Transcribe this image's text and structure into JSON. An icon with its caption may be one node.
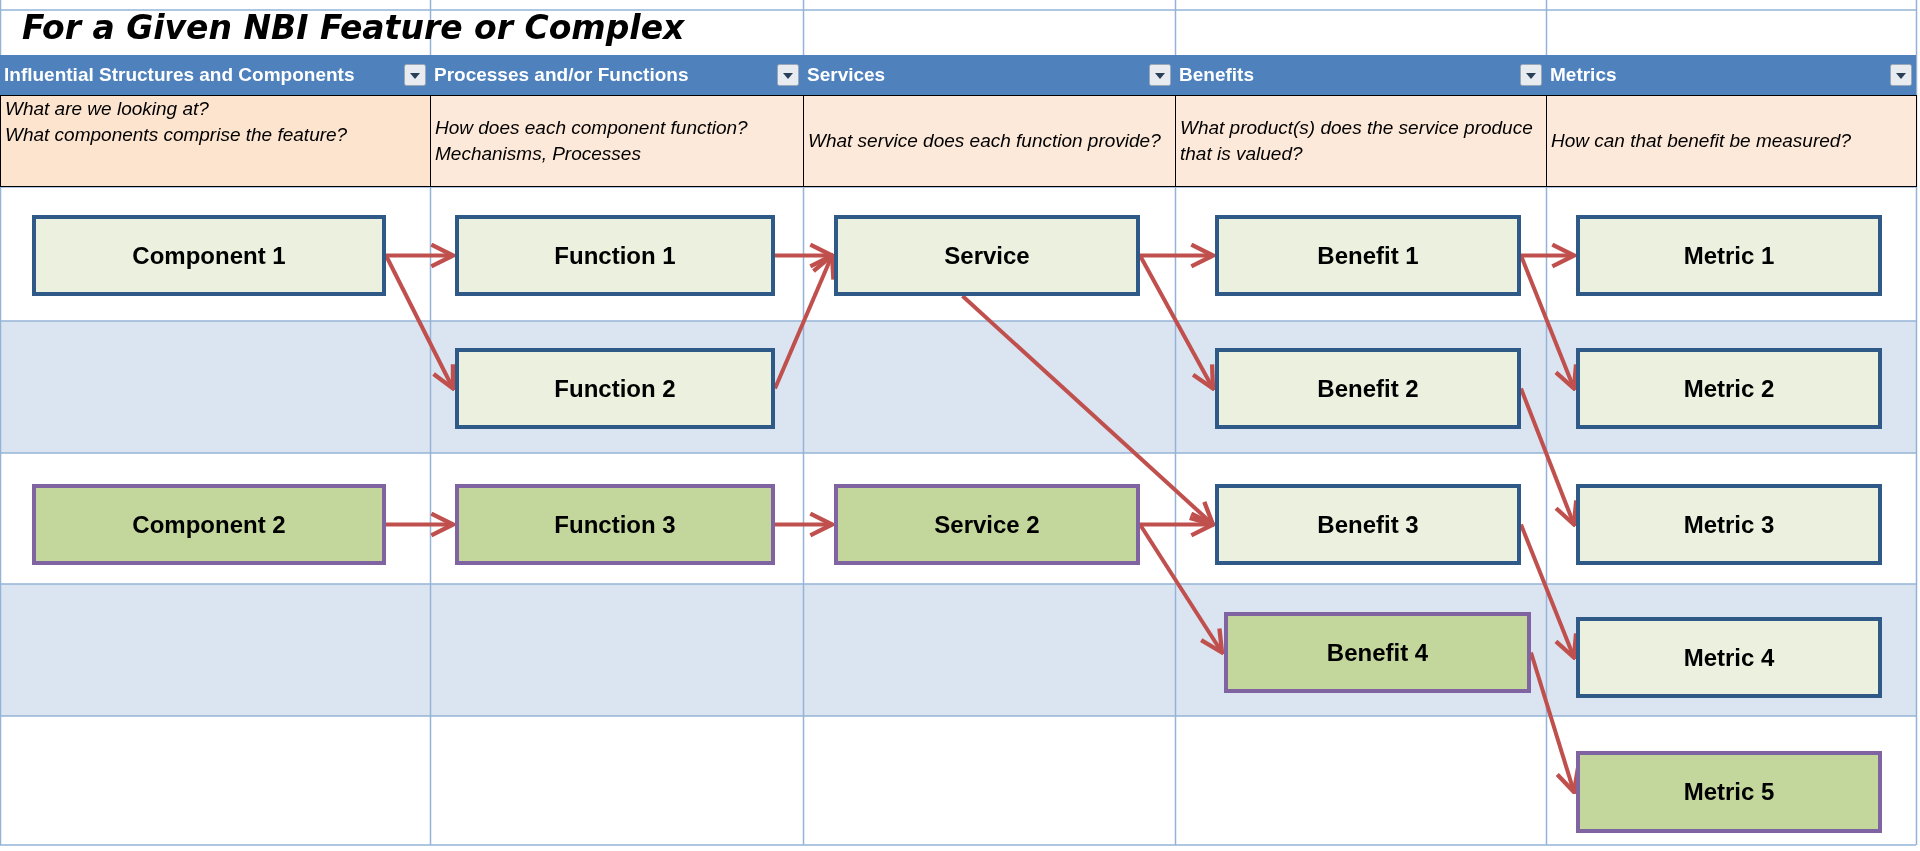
{
  "diagram": {
    "title": "For a Given NBI Feature or Complex",
    "nodes": [
      {
        "text": [
          "Component 1"
        ]
      },
      {
        "text": [
          "Function 1"
        ]
      },
      {
        "text": [
          "Service"
        ]
      },
      {
        "text": [
          "Benefit 1"
        ]
      },
      {
        "text": [
          "Metric 1"
        ]
      },
      {
        "text": [
          "Function 2"
        ]
      },
      {
        "text": [
          "Benefit 2"
        ]
      },
      {
        "text": [
          "Metric 2"
        ]
      },
      {
        "text": [
          "Component 2"
        ]
      },
      {
        "text": [
          "Function 3"
        ]
      },
      {
        "text": [
          "Service 2"
        ]
      },
      {
        "text": [
          "Benefit 3"
        ]
      },
      {
        "text": [
          "Metric 3"
        ]
      },
      {
        "text": [
          "Benefit 4"
        ]
      },
      {
        "text": [
          "Metric 4"
        ]
      },
      {
        "text": [
          "Metric 5"
        ]
      }
    ],
    "edges": [
      {
        "from": 0,
        "to": 1,
        "arrow": "to"
      },
      {
        "from": 0,
        "to": 5,
        "arrow": "to"
      },
      {
        "from": 1,
        "to": 2,
        "arrow": "to"
      },
      {
        "from": 5,
        "to": 2,
        "arrow": "to"
      },
      {
        "from": 2,
        "to": 3,
        "arrow": "to"
      },
      {
        "from": 2,
        "to": 6,
        "arrow": "to"
      },
      {
        "from": 2,
        "to": 11,
        "arrow": "to"
      },
      {
        "from": 3,
        "to": 4,
        "arrow": "to"
      },
      {
        "from": 3,
        "to": 7,
        "arrow": "to"
      },
      {
        "from": 6,
        "to": 12,
        "arrow": "to"
      },
      {
        "from": 8,
        "to": 9,
        "arrow": "to"
      },
      {
        "from": 9,
        "to": 10,
        "arrow": "to"
      },
      {
        "from": 10,
        "to": 11,
        "arrow": "to"
      },
      {
        "from": 10,
        "to": 13,
        "arrow": "to"
      },
      {
        "from": 11,
        "to": 14,
        "arrow": "to"
      },
      {
        "from": 13,
        "to": 15,
        "arrow": "to"
      }
    ],
    "labels": [
      "Influential Structures and Components",
      "Processes and/or Functions",
      "Services",
      "Benefits",
      "Metrics",
      "What are we looking at?",
      "What components comprise the feature?",
      "How does each component function? Mechanisms, Processes",
      "What service does each function provide?",
      "What product(s) does the service produce that is valued?",
      "How can that benefit be measured?"
    ]
  }
}
